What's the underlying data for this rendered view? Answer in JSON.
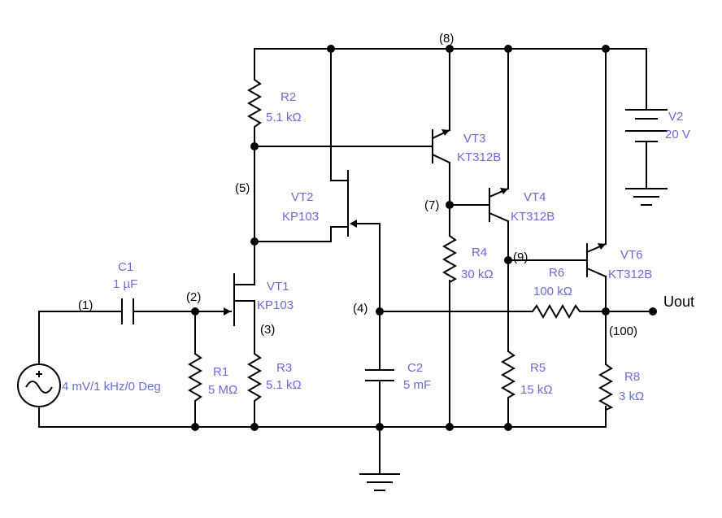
{
  "components": {
    "r1": {
      "name": "R1",
      "value": "5 MΩ"
    },
    "r2": {
      "name": "R2",
      "value": "5.1 kΩ"
    },
    "r3": {
      "name": "R3",
      "value": "5.1 kΩ"
    },
    "r4": {
      "name": "R4",
      "value": "30 kΩ"
    },
    "r5": {
      "name": "R5",
      "value": "15 kΩ"
    },
    "r6": {
      "name": "R6",
      "value": "100 kΩ"
    },
    "r8": {
      "name": "R8",
      "value": "3 kΩ"
    },
    "c1": {
      "name": "C1",
      "value": "1 µF"
    },
    "c2": {
      "name": "C2",
      "value": "5 mF"
    },
    "v2": {
      "name": "V2",
      "value": "20 V"
    },
    "vt1": {
      "name": "VT1",
      "value": "KP103"
    },
    "vt2": {
      "name": "VT2",
      "value": "KP103"
    },
    "vt3": {
      "name": "VT3",
      "value": "KT312B"
    },
    "vt4": {
      "name": "VT4",
      "value": "KT312B"
    },
    "vt6": {
      "name": "VT6",
      "value": "KT312B"
    },
    "source": {
      "value": "4 mV/1 kHz/0 Deg"
    }
  },
  "nodes": {
    "n1": "(1)",
    "n2": "(2)",
    "n3": "(3)",
    "n4": "(4)",
    "n5": "(5)",
    "n7": "(7)",
    "n8": "(8)",
    "n9": "(9)",
    "n100": "(100)"
  },
  "output": {
    "label": "Uout"
  }
}
